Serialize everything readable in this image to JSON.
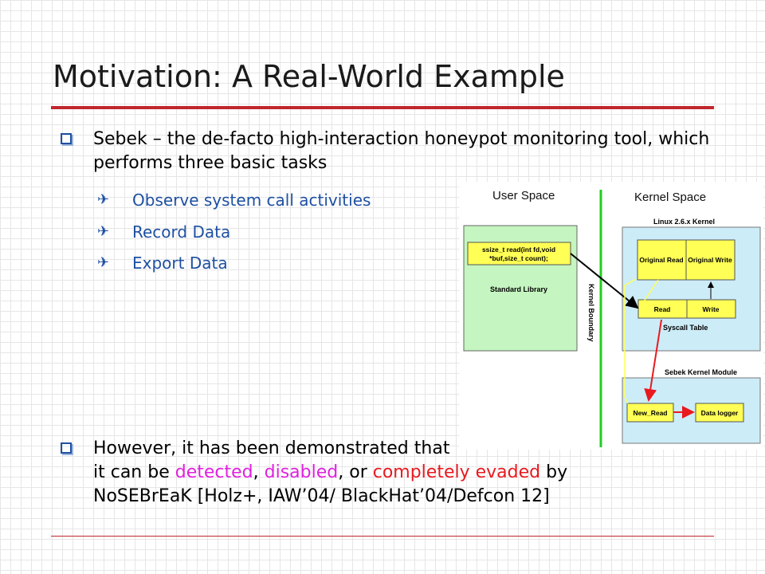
{
  "slide": {
    "title": "Motivation: A Real-World Example",
    "bullet1": {
      "text": "Sebek – the de-facto high-interaction honeypot monitoring tool, which performs three basic tasks",
      "subitems": [
        "Observe system call activities",
        "Record Data",
        "Export Data"
      ]
    },
    "bullet2": {
      "line1": "However, it has been demonstrated that",
      "line2_prefix": "it can be ",
      "word_detected": "detected",
      "sep1": ", ",
      "word_disabled": "disabled",
      "sep2": ", or ",
      "word_evaded": "completely evaded",
      "line2_suffix": " by",
      "line3": "NoSEBrEaK [Holz+, IAW’04/ BlackHat’04/Defcon 12]"
    }
  },
  "diagram": {
    "user_space_label": "User Space",
    "kernel_space_label": "Kernel Space",
    "linux_kernel_label": "Linux 2.6.x Kernel",
    "read_call_line1": "ssize_t read(int fd,void",
    "read_call_line2": "*buf,size_t count);",
    "standard_library_label": "Standard Library",
    "kernel_boundary_label": "Kernel Boundary",
    "original_read_label": "Original Read",
    "original_write_label": "Original Write",
    "read_label": "Read",
    "write_label": "Write",
    "syscall_table_label": "Syscall Table",
    "sebek_module_label": "Sebek Kernel Module",
    "new_read_label": "New_Read",
    "data_logger_label": "Data logger"
  }
}
